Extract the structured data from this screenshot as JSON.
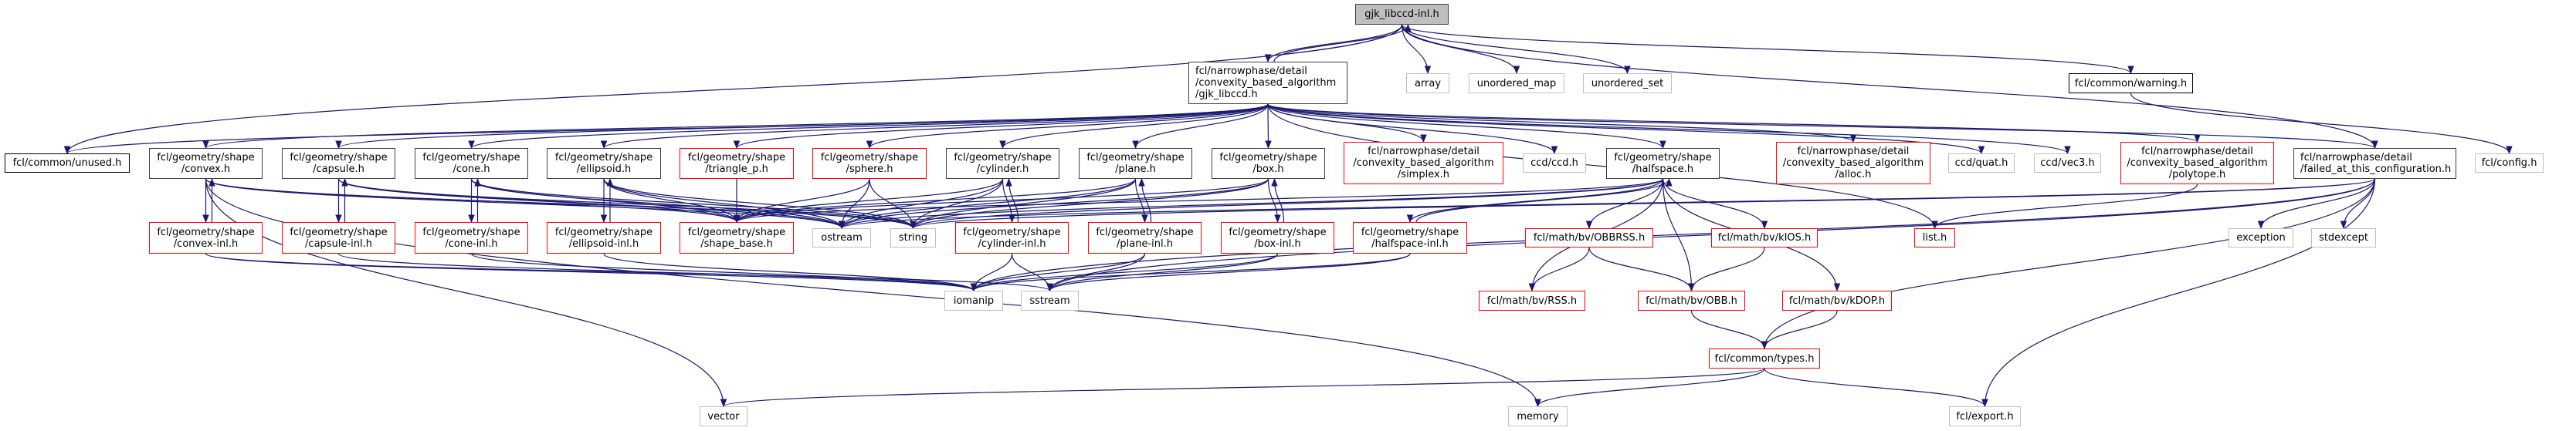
{
  "colors": {
    "edge": "#191970",
    "red_border": "#ff0000",
    "gray_border": "#bfbfbf",
    "root_fill": "#bfbfbf",
    "normal_border": "#404040"
  },
  "nodes": [
    {
      "id": "root",
      "style": "root",
      "lines": [
        "gjk_libccd-inl.h"
      ]
    },
    {
      "id": "gjk",
      "style": "normal",
      "align": "left",
      "lines": [
        "fcl/narrowphase/detail",
        "/convexity_based_algorithm",
        "/gjk_libccd.h"
      ]
    },
    {
      "id": "array",
      "style": "gray",
      "lines": [
        "array"
      ]
    },
    {
      "id": "umap",
      "style": "gray",
      "lines": [
        "unordered_map"
      ]
    },
    {
      "id": "uset",
      "style": "gray",
      "lines": [
        "unordered_set"
      ]
    },
    {
      "id": "warning",
      "style": "plain",
      "lines": [
        "fcl/common/warning.h"
      ]
    },
    {
      "id": "unused",
      "style": "plain",
      "lines": [
        "fcl/common/unused.h"
      ]
    },
    {
      "id": "convex",
      "style": "normal",
      "lines": [
        "fcl/geometry/shape",
        "/convex.h"
      ]
    },
    {
      "id": "capsule",
      "style": "normal",
      "lines": [
        "fcl/geometry/shape",
        "/capsule.h"
      ]
    },
    {
      "id": "cone",
      "style": "normal",
      "lines": [
        "fcl/geometry/shape",
        "/cone.h"
      ]
    },
    {
      "id": "ellipsoid",
      "style": "normal",
      "lines": [
        "fcl/geometry/shape",
        "/ellipsoid.h"
      ]
    },
    {
      "id": "triangle",
      "style": "red",
      "lines": [
        "fcl/geometry/shape",
        "/triangle_p.h"
      ]
    },
    {
      "id": "sphere",
      "style": "red",
      "lines": [
        "fcl/geometry/shape",
        "/sphere.h"
      ]
    },
    {
      "id": "cylinder",
      "style": "normal",
      "lines": [
        "fcl/geometry/shape",
        "/cylinder.h"
      ]
    },
    {
      "id": "plane",
      "style": "normal",
      "lines": [
        "fcl/geometry/shape",
        "/plane.h"
      ]
    },
    {
      "id": "box",
      "style": "normal",
      "lines": [
        "fcl/geometry/shape",
        "/box.h"
      ]
    },
    {
      "id": "simplex",
      "style": "red",
      "lines": [
        "fcl/narrowphase/detail",
        "/convexity_based_algorithm",
        "/simplex.h"
      ]
    },
    {
      "id": "ccd",
      "style": "gray",
      "lines": [
        "ccd/ccd.h"
      ]
    },
    {
      "id": "halfspace",
      "style": "normal",
      "lines": [
        "fcl/geometry/shape",
        "/halfspace.h"
      ]
    },
    {
      "id": "alloc",
      "style": "red",
      "lines": [
        "fcl/narrowphase/detail",
        "/convexity_based_algorithm",
        "/alloc.h"
      ]
    },
    {
      "id": "quat",
      "style": "gray",
      "lines": [
        "ccd/quat.h"
      ]
    },
    {
      "id": "vec3",
      "style": "gray",
      "lines": [
        "ccd/vec3.h"
      ]
    },
    {
      "id": "polytope",
      "style": "red",
      "lines": [
        "fcl/narrowphase/detail",
        "/convexity_based_algorithm",
        "/polytope.h"
      ]
    },
    {
      "id": "failed",
      "style": "normal",
      "align": "left",
      "lines": [
        "fcl/narrowphase/detail",
        "/failed_at_this_configuration.h"
      ]
    },
    {
      "id": "config",
      "style": "gray",
      "lines": [
        "fcl/config.h"
      ]
    },
    {
      "id": "convexinl",
      "style": "red",
      "lines": [
        "fcl/geometry/shape",
        "/convex-inl.h"
      ]
    },
    {
      "id": "capsuleinl",
      "style": "red",
      "lines": [
        "fcl/geometry/shape",
        "/capsule-inl.h"
      ]
    },
    {
      "id": "coneinl",
      "style": "red",
      "lines": [
        "fcl/geometry/shape",
        "/cone-inl.h"
      ]
    },
    {
      "id": "ellipsoidinl",
      "style": "red",
      "lines": [
        "fcl/geometry/shape",
        "/ellipsoid-inl.h"
      ]
    },
    {
      "id": "shapebase",
      "style": "red",
      "lines": [
        "fcl/geometry/shape",
        "/shape_base.h"
      ]
    },
    {
      "id": "ostream",
      "style": "gray",
      "lines": [
        "ostream"
      ]
    },
    {
      "id": "string",
      "style": "gray",
      "lines": [
        "string"
      ]
    },
    {
      "id": "cylinderinl",
      "style": "red",
      "lines": [
        "fcl/geometry/shape",
        "/cylinder-inl.h"
      ]
    },
    {
      "id": "planeinl",
      "style": "red",
      "lines": [
        "fcl/geometry/shape",
        "/plane-inl.h"
      ]
    },
    {
      "id": "boxinl",
      "style": "red",
      "lines": [
        "fcl/geometry/shape",
        "/box-inl.h"
      ]
    },
    {
      "id": "halfspaceinl",
      "style": "red",
      "lines": [
        "fcl/geometry/shape",
        "/halfspace-inl.h"
      ]
    },
    {
      "id": "obbrss",
      "style": "red",
      "lines": [
        "fcl/math/bv/OBBRSS.h"
      ]
    },
    {
      "id": "kios",
      "style": "red",
      "lines": [
        "fcl/math/bv/kIOS.h"
      ]
    },
    {
      "id": "list",
      "style": "red",
      "lines": [
        "list.h"
      ]
    },
    {
      "id": "exception",
      "style": "gray",
      "lines": [
        "exception"
      ]
    },
    {
      "id": "stdexcept",
      "style": "gray",
      "lines": [
        "stdexcept"
      ]
    },
    {
      "id": "iomanip",
      "style": "gray",
      "lines": [
        "iomanip"
      ]
    },
    {
      "id": "sstream",
      "style": "gray",
      "lines": [
        "sstream"
      ]
    },
    {
      "id": "rss",
      "style": "red",
      "lines": [
        "fcl/math/bv/RSS.h"
      ]
    },
    {
      "id": "obb",
      "style": "red",
      "lines": [
        "fcl/math/bv/OBB.h"
      ]
    },
    {
      "id": "kdop",
      "style": "red",
      "lines": [
        "fcl/math/bv/kDOP.h"
      ]
    },
    {
      "id": "types",
      "style": "red",
      "lines": [
        "fcl/common/types.h"
      ]
    },
    {
      "id": "vector",
      "style": "gray",
      "lines": [
        "vector"
      ]
    },
    {
      "id": "memory",
      "style": "gray",
      "lines": [
        "memory"
      ]
    },
    {
      "id": "export",
      "style": "gray",
      "lines": [
        "fcl/export.h"
      ]
    }
  ],
  "edges": [
    [
      "root",
      "gjk"
    ],
    [
      "gjk",
      "root"
    ],
    [
      "root",
      "array"
    ],
    [
      "root",
      "umap"
    ],
    [
      "root",
      "uset"
    ],
    [
      "root",
      "warning"
    ],
    [
      "root",
      "unused"
    ],
    [
      "root",
      "failed"
    ],
    [
      "warning",
      "config"
    ],
    [
      "gjk",
      "unused"
    ],
    [
      "gjk",
      "convex"
    ],
    [
      "gjk",
      "capsule"
    ],
    [
      "gjk",
      "cone"
    ],
    [
      "gjk",
      "ellipsoid"
    ],
    [
      "gjk",
      "triangle"
    ],
    [
      "gjk",
      "sphere"
    ],
    [
      "gjk",
      "cylinder"
    ],
    [
      "gjk",
      "plane"
    ],
    [
      "gjk",
      "box"
    ],
    [
      "gjk",
      "simplex"
    ],
    [
      "gjk",
      "ccd"
    ],
    [
      "gjk",
      "halfspace"
    ],
    [
      "gjk",
      "alloc"
    ],
    [
      "gjk",
      "quat"
    ],
    [
      "gjk",
      "vec3"
    ],
    [
      "gjk",
      "polytope"
    ],
    [
      "gjk",
      "failed"
    ],
    [
      "gjk",
      "list"
    ],
    [
      "convex",
      "convexinl"
    ],
    [
      "convexinl",
      "convex"
    ],
    [
      "convex",
      "shapebase"
    ],
    [
      "convex",
      "ostream"
    ],
    [
      "convex",
      "string"
    ],
    [
      "convex",
      "vector"
    ],
    [
      "convex",
      "memory"
    ],
    [
      "convexinl",
      "iomanip"
    ],
    [
      "convexinl",
      "sstream"
    ],
    [
      "capsule",
      "capsuleinl"
    ],
    [
      "capsuleinl",
      "capsule"
    ],
    [
      "capsule",
      "shapebase"
    ],
    [
      "capsule",
      "ostream"
    ],
    [
      "capsule",
      "string"
    ],
    [
      "capsuleinl",
      "iomanip"
    ],
    [
      "cone",
      "coneinl"
    ],
    [
      "coneinl",
      "cone"
    ],
    [
      "cone",
      "shapebase"
    ],
    [
      "cone",
      "ostream"
    ],
    [
      "cone",
      "string"
    ],
    [
      "coneinl",
      "iomanip"
    ],
    [
      "ellipsoid",
      "ellipsoidinl"
    ],
    [
      "ellipsoidinl",
      "ellipsoid"
    ],
    [
      "ellipsoid",
      "shapebase"
    ],
    [
      "ellipsoid",
      "ostream"
    ],
    [
      "ellipsoid",
      "string"
    ],
    [
      "ellipsoidinl",
      "iomanip"
    ],
    [
      "triangle",
      "shapebase"
    ],
    [
      "sphere",
      "shapebase"
    ],
    [
      "sphere",
      "ostream"
    ],
    [
      "sphere",
      "string"
    ],
    [
      "cylinder",
      "cylinderinl"
    ],
    [
      "cylinderinl",
      "cylinder"
    ],
    [
      "cylinder",
      "shapebase"
    ],
    [
      "cylinder",
      "ostream"
    ],
    [
      "cylinder",
      "string"
    ],
    [
      "cylinderinl",
      "iomanip"
    ],
    [
      "cylinderinl",
      "sstream"
    ],
    [
      "plane",
      "planeinl"
    ],
    [
      "planeinl",
      "plane"
    ],
    [
      "plane",
      "shapebase"
    ],
    [
      "plane",
      "ostream"
    ],
    [
      "plane",
      "string"
    ],
    [
      "planeinl",
      "iomanip"
    ],
    [
      "planeinl",
      "sstream"
    ],
    [
      "box",
      "boxinl"
    ],
    [
      "boxinl",
      "box"
    ],
    [
      "box",
      "shapebase"
    ],
    [
      "box",
      "ostream"
    ],
    [
      "box",
      "string"
    ],
    [
      "boxinl",
      "iomanip"
    ],
    [
      "boxinl",
      "sstream"
    ],
    [
      "halfspace",
      "halfspaceinl"
    ],
    [
      "halfspaceinl",
      "halfspace"
    ],
    [
      "halfspace",
      "shapebase"
    ],
    [
      "halfspace",
      "ostream"
    ],
    [
      "halfspace",
      "string"
    ],
    [
      "halfspace",
      "obbrss"
    ],
    [
      "halfspace",
      "kios"
    ],
    [
      "halfspace",
      "obb"
    ],
    [
      "halfspace",
      "kdop"
    ],
    [
      "halfspace",
      "rss"
    ],
    [
      "halfspaceinl",
      "iomanip"
    ],
    [
      "halfspaceinl",
      "sstream"
    ],
    [
      "obbrss",
      "rss"
    ],
    [
      "obbrss",
      "obb"
    ],
    [
      "kios",
      "obb"
    ],
    [
      "obb",
      "types"
    ],
    [
      "kdop",
      "types"
    ],
    [
      "polytope",
      "list"
    ],
    [
      "failed",
      "exception"
    ],
    [
      "failed",
      "stdexcept"
    ],
    [
      "failed",
      "types"
    ],
    [
      "failed",
      "export"
    ],
    [
      "failed",
      "ostream"
    ],
    [
      "failed",
      "string"
    ],
    [
      "failed",
      "iomanip"
    ],
    [
      "failed",
      "sstream"
    ],
    [
      "types",
      "vector"
    ],
    [
      "types",
      "memory"
    ],
    [
      "types",
      "export"
    ]
  ]
}
